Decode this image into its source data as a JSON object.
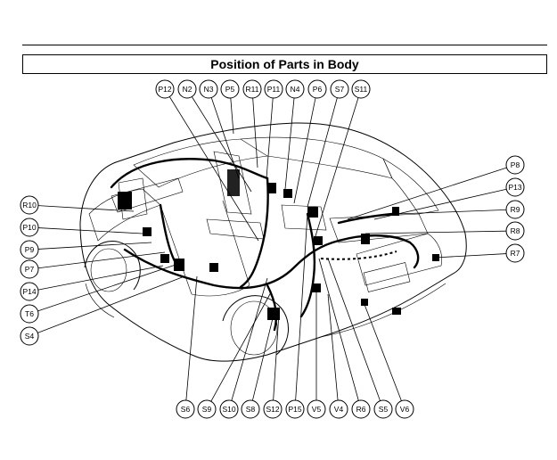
{
  "title": "Position of Parts in Body",
  "callouts": {
    "top": [
      "P12",
      "N2",
      "N3",
      "P5",
      "R11",
      "P11",
      "N4",
      "P6",
      "S7",
      "S11"
    ],
    "left": [
      "R10",
      "P10",
      "P9",
      "P7",
      "P14",
      "T6",
      "S4"
    ],
    "right": [
      "P8",
      "P13",
      "R9",
      "R8",
      "R7"
    ],
    "bottom": [
      "S6",
      "S9",
      "S10",
      "S8",
      "S12",
      "P15",
      "V5",
      "V4",
      "R6",
      "S5",
      "V6"
    ]
  }
}
